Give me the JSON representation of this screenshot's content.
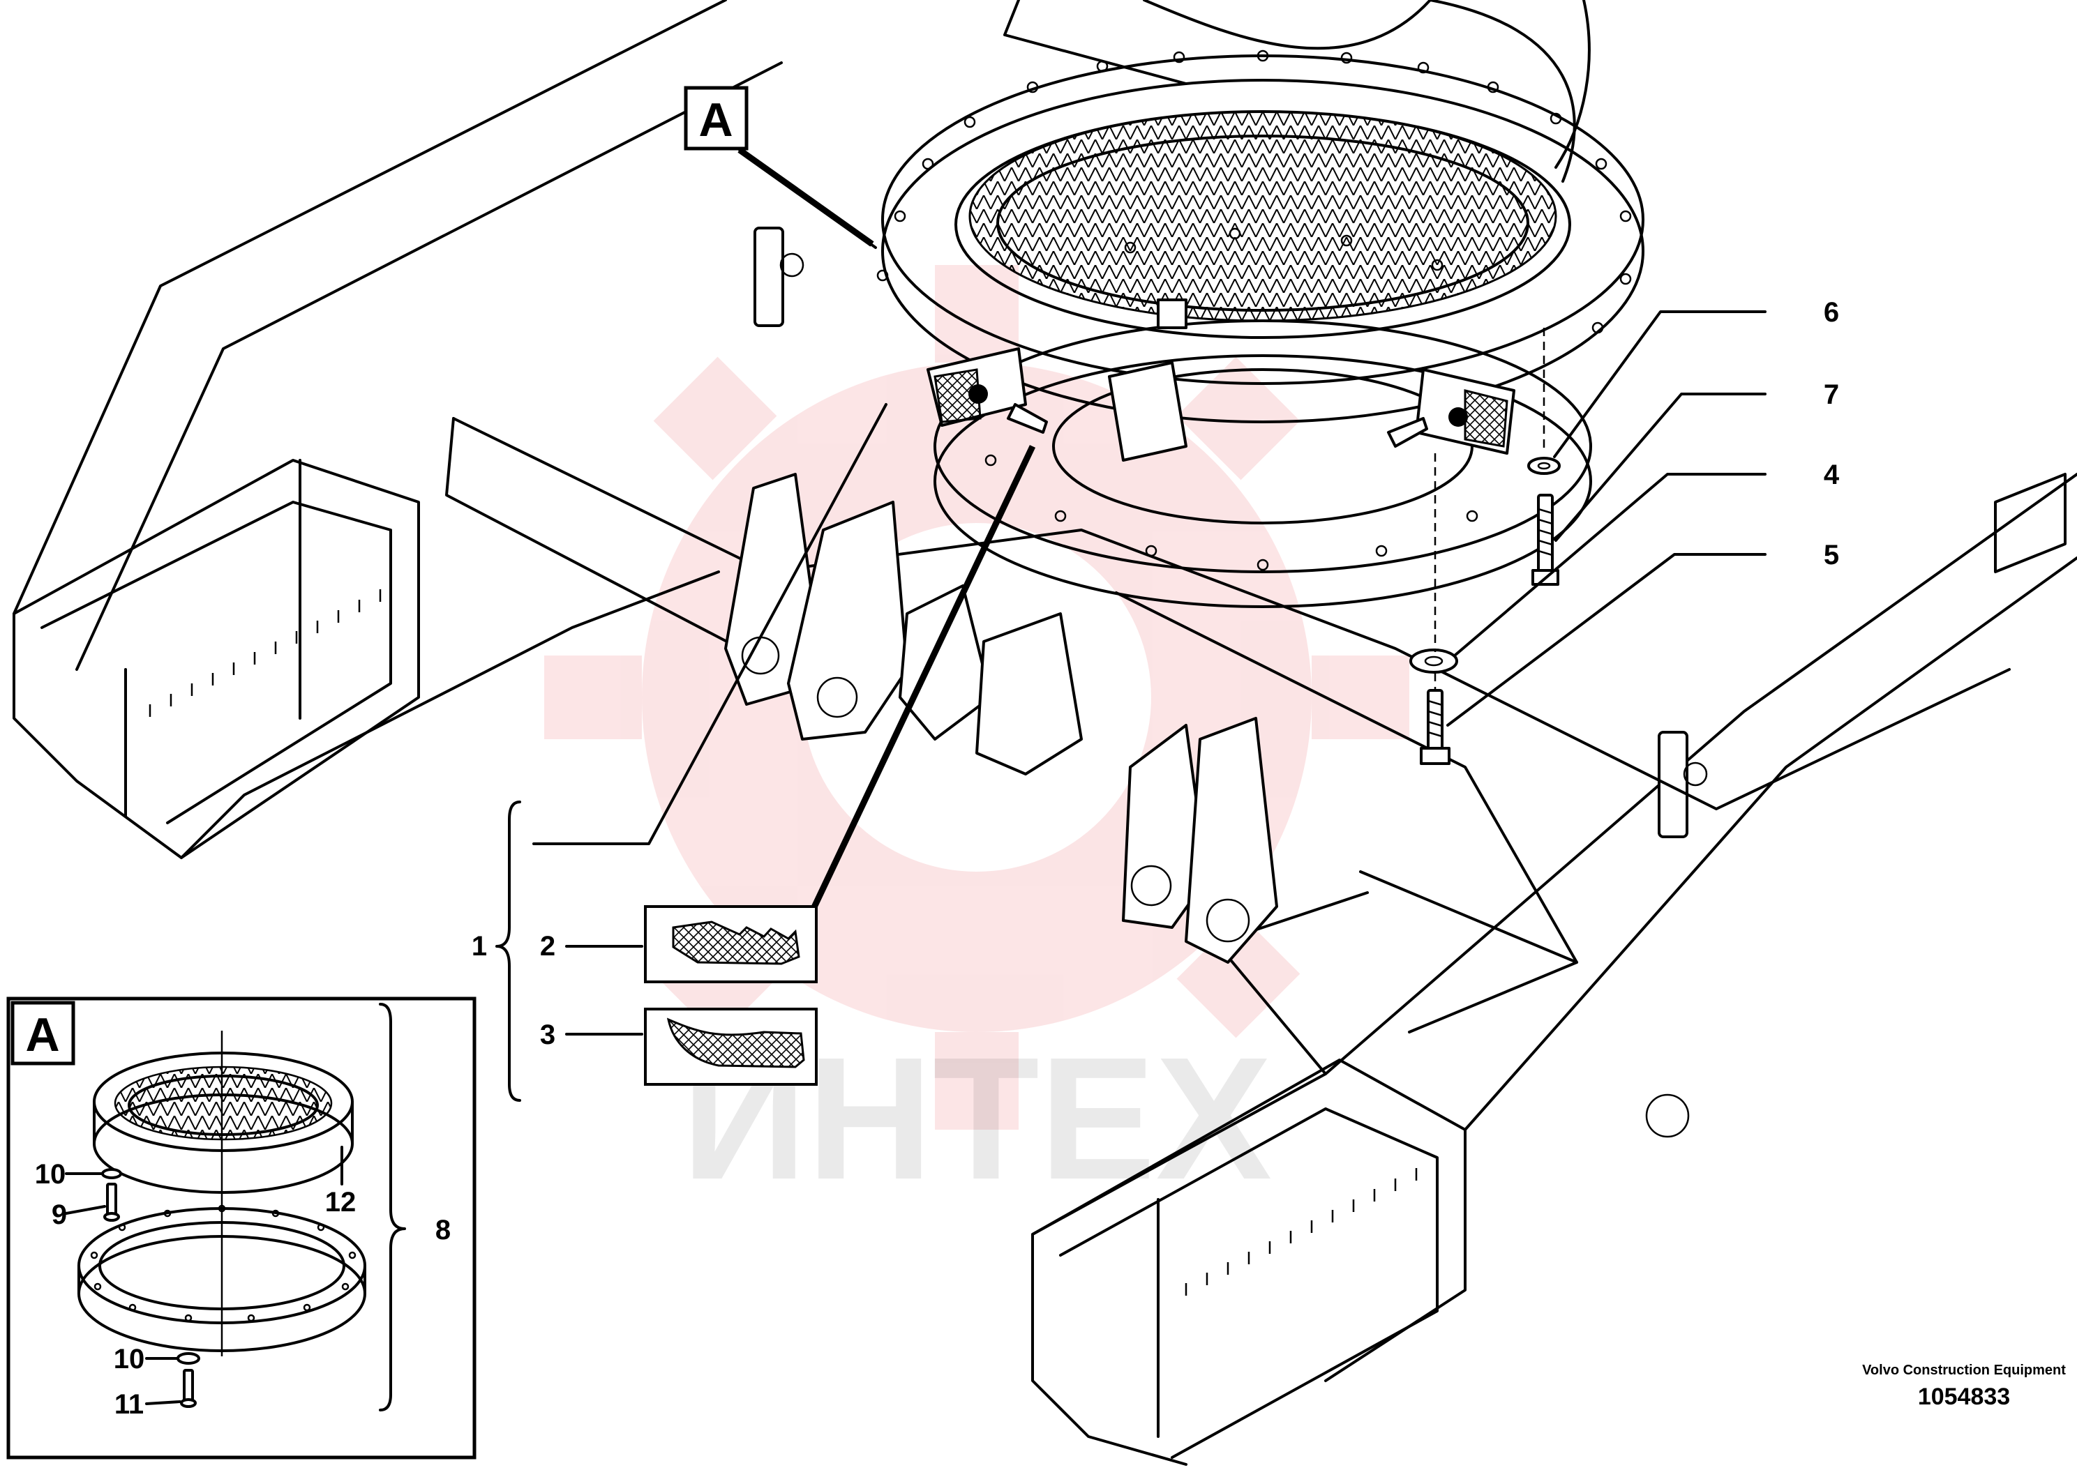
{
  "diagram": {
    "view_label": "A",
    "watermark_text": "ИНТЕХ",
    "manufacturer": "Volvo Construction Equipment",
    "drawing_number": "1054833",
    "colors": {
      "line": "#000000",
      "background": "#ffffff",
      "watermark": "#e8474c"
    },
    "callouts": {
      "c1": "1",
      "c2": "2",
      "c3": "3",
      "c4": "4",
      "c5": "5",
      "c6": "6",
      "c7": "7",
      "c8": "8",
      "c9": "9",
      "c10a": "10",
      "c10b": "10",
      "c11": "11",
      "c12": "12"
    }
  }
}
